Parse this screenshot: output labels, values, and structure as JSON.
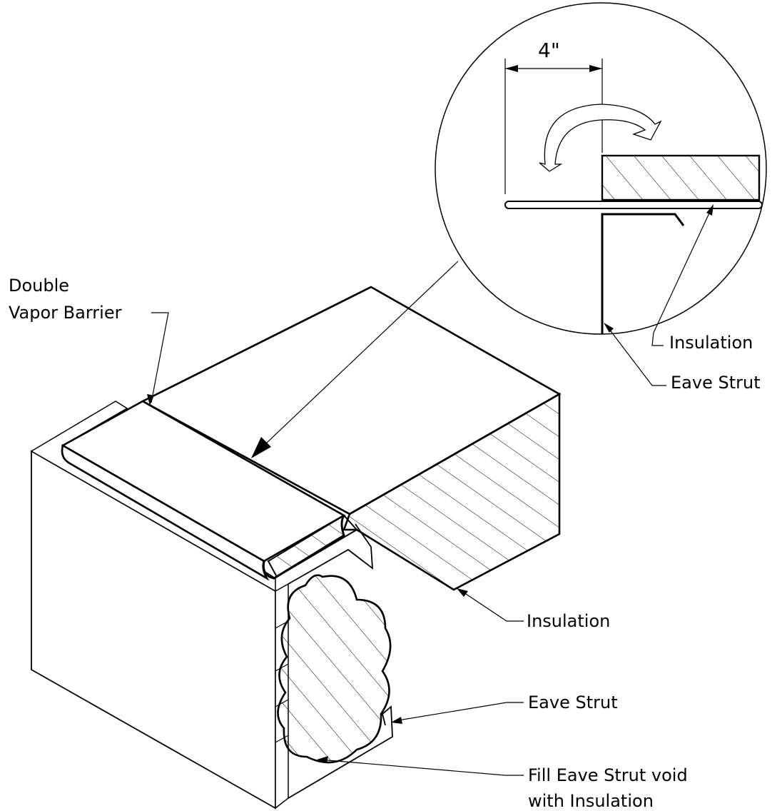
{
  "labels": {
    "double_vapor_barrier_line1": "Double",
    "double_vapor_barrier_line2": "Vapor Barrier",
    "detail_dimension": "4\"",
    "detail_insulation": "Insulation",
    "detail_eave_strut": "Eave Strut",
    "insulation": "Insulation",
    "eave_strut": "Eave Strut",
    "fill_void_line1": "Fill Eave Strut void",
    "fill_void_line2": "with Insulation"
  }
}
